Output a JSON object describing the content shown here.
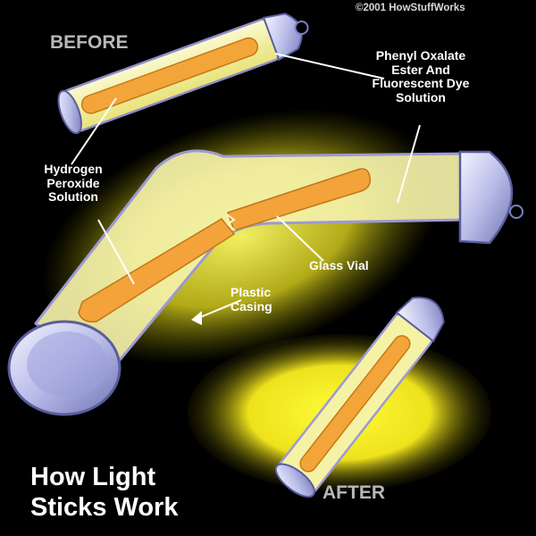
{
  "copyright": "©2001 HowStuffWorks",
  "labels": {
    "before": "BEFORE",
    "after": "AFTER",
    "phenyl": [
      "Phenyl Oxalate",
      "Ester And",
      "Fluorescent Dye",
      "Solution"
    ],
    "hydrogen": [
      "Hydrogen",
      "Peroxide",
      "Solution"
    ],
    "glass_vial": "Glass Vial",
    "plastic": [
      "Plastic",
      "Casing"
    ]
  },
  "title": [
    "How Light",
    "Sticks Work"
  ],
  "colors": {
    "background": "#000000",
    "glow": "#f2ea2c",
    "casing": "#f3f0a8",
    "vial": "#f4a640",
    "cap": "#c5c8ef",
    "label_text": "#ffffff",
    "state_text": "#b8b8b8"
  }
}
